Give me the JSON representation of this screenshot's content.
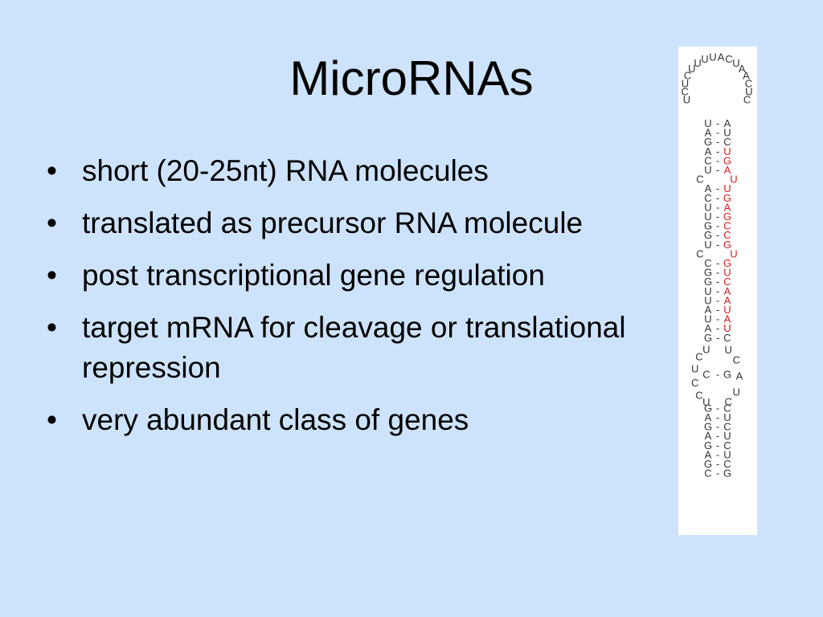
{
  "slide": {
    "title": "MicroRNAs",
    "bullet_glyph": "•",
    "bullets": [
      "short (20-25nt) RNA molecules",
      "translated as precursor RNA molecule",
      "post transcriptional gene regulation",
      "target mRNA for cleavage or translational repression",
      "very abundant class of genes"
    ]
  },
  "hairpin": {
    "colors": {
      "default": "#333333",
      "mature": "#d81c1c"
    },
    "loop_letters": [
      "U",
      "C",
      "U",
      "C",
      "U",
      "U",
      "U",
      "U",
      "A",
      "C",
      "U",
      "A",
      "A",
      "C",
      "U",
      "C"
    ],
    "pair_mark": "-",
    "pairs": [
      {
        "l": "U",
        "r": "A",
        "mature": false
      },
      {
        "l": "A",
        "r": "U",
        "mature": false
      },
      {
        "l": "G",
        "r": "C",
        "mature": false
      },
      {
        "l": "A",
        "r": "U",
        "mature": true
      },
      {
        "l": "C",
        "r": "G",
        "mature": true
      },
      {
        "l": "U",
        "r": "A",
        "mature": true
      },
      {
        "l": "C",
        "r": "",
        "mature": false,
        "bulge_r": "U"
      },
      {
        "l": "A",
        "r": "U",
        "mature": true
      },
      {
        "l": "C",
        "r": "G",
        "mature": true
      },
      {
        "l": "U",
        "r": "A",
        "mature": true
      },
      {
        "l": "U",
        "r": "G",
        "mature": true
      },
      {
        "l": "G",
        "r": "C",
        "mature": true
      },
      {
        "l": "G",
        "r": "C",
        "mature": true
      },
      {
        "l": "U",
        "r": "G",
        "mature": true
      },
      {
        "l": "C",
        "r": "",
        "mature": false,
        "bulge_r": "U"
      },
      {
        "l": "C",
        "r": "G",
        "mature": true
      },
      {
        "l": "G",
        "r": "U",
        "mature": true
      },
      {
        "l": "G",
        "r": "C",
        "mature": true
      },
      {
        "l": "U",
        "r": "A",
        "mature": true
      },
      {
        "l": "U",
        "r": "A",
        "mature": true
      },
      {
        "l": "A",
        "r": "U",
        "mature": true
      },
      {
        "l": "U",
        "r": "A",
        "mature": true
      },
      {
        "l": "A",
        "r": "U",
        "mature": true
      },
      {
        "l": "G",
        "r": "C",
        "mature": false
      }
    ],
    "internal_loop_left": [
      "U",
      "C",
      "U",
      "C",
      "C",
      "U"
    ],
    "internal_loop_right": [
      "U",
      "C",
      "A",
      "U",
      "C"
    ],
    "internal_pair": {
      "l": "C",
      "r": "G"
    },
    "lower_pairs": [
      {
        "l": "G",
        "r": "C"
      },
      {
        "l": "A",
        "r": "U"
      },
      {
        "l": "G",
        "r": "C"
      },
      {
        "l": "A",
        "r": "U"
      },
      {
        "l": "G",
        "r": "C"
      },
      {
        "l": "A",
        "r": "U"
      },
      {
        "l": "G",
        "r": "C"
      },
      {
        "l": "C",
        "r": "G"
      }
    ]
  }
}
